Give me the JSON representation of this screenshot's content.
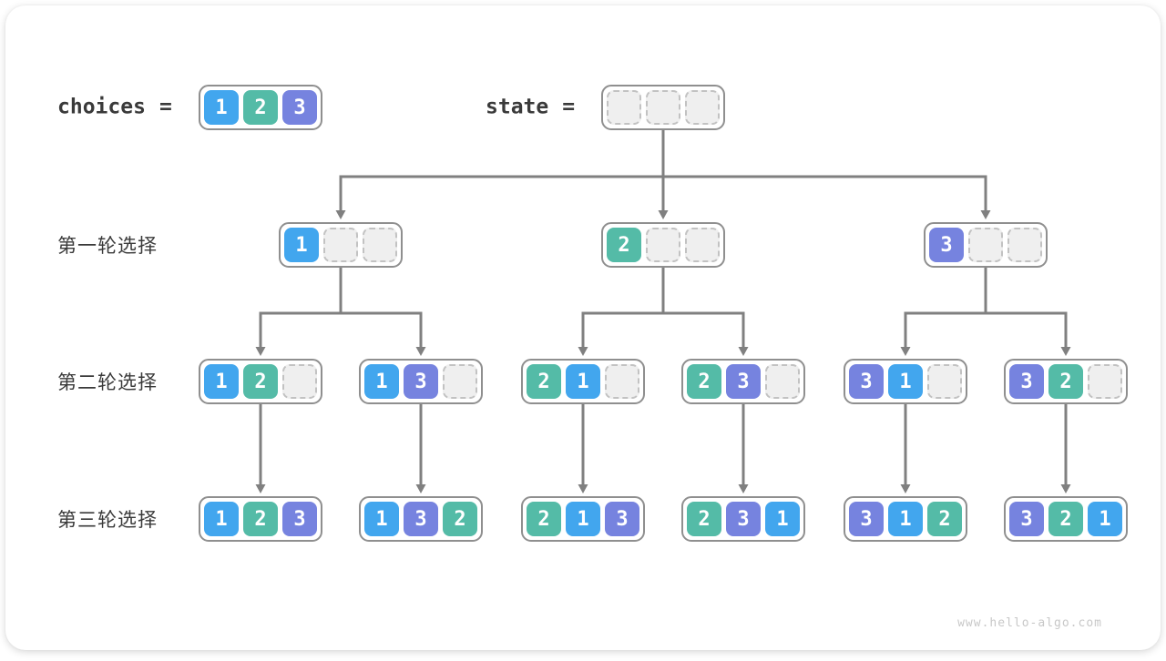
{
  "header": {
    "choices_label": "choices",
    "state_label": "state",
    "equals": "=",
    "choices_values": [
      "1",
      "2",
      "3"
    ],
    "state_empty_cells": 3
  },
  "row_labels": [
    "第一轮选择",
    "第二轮选择",
    "第三轮选择"
  ],
  "tree": {
    "root": [
      "",
      "",
      ""
    ],
    "level1": [
      [
        "1",
        "",
        ""
      ],
      [
        "2",
        "",
        ""
      ],
      [
        "3",
        "",
        ""
      ]
    ],
    "level2": [
      [
        "1",
        "2",
        ""
      ],
      [
        "1",
        "3",
        ""
      ],
      [
        "2",
        "1",
        ""
      ],
      [
        "2",
        "3",
        ""
      ],
      [
        "3",
        "1",
        ""
      ],
      [
        "3",
        "2",
        ""
      ]
    ],
    "level3": [
      [
        "1",
        "2",
        "3"
      ],
      [
        "1",
        "3",
        "2"
      ],
      [
        "2",
        "1",
        "3"
      ],
      [
        "2",
        "3",
        "1"
      ],
      [
        "3",
        "1",
        "2"
      ],
      [
        "3",
        "2",
        "1"
      ]
    ]
  },
  "colors": {
    "1": "#42a6ee",
    "2": "#54bba7",
    "3": "#7683df",
    "empty_cell_fill": "#efefef",
    "empty_cell_border": "#c2c2c2",
    "box_border": "#8f8f8f",
    "connector": "#808080",
    "label_text": "#3a3a3a",
    "watermark_text": "#c8c8c8"
  },
  "watermark": "www.hello-algo.com"
}
